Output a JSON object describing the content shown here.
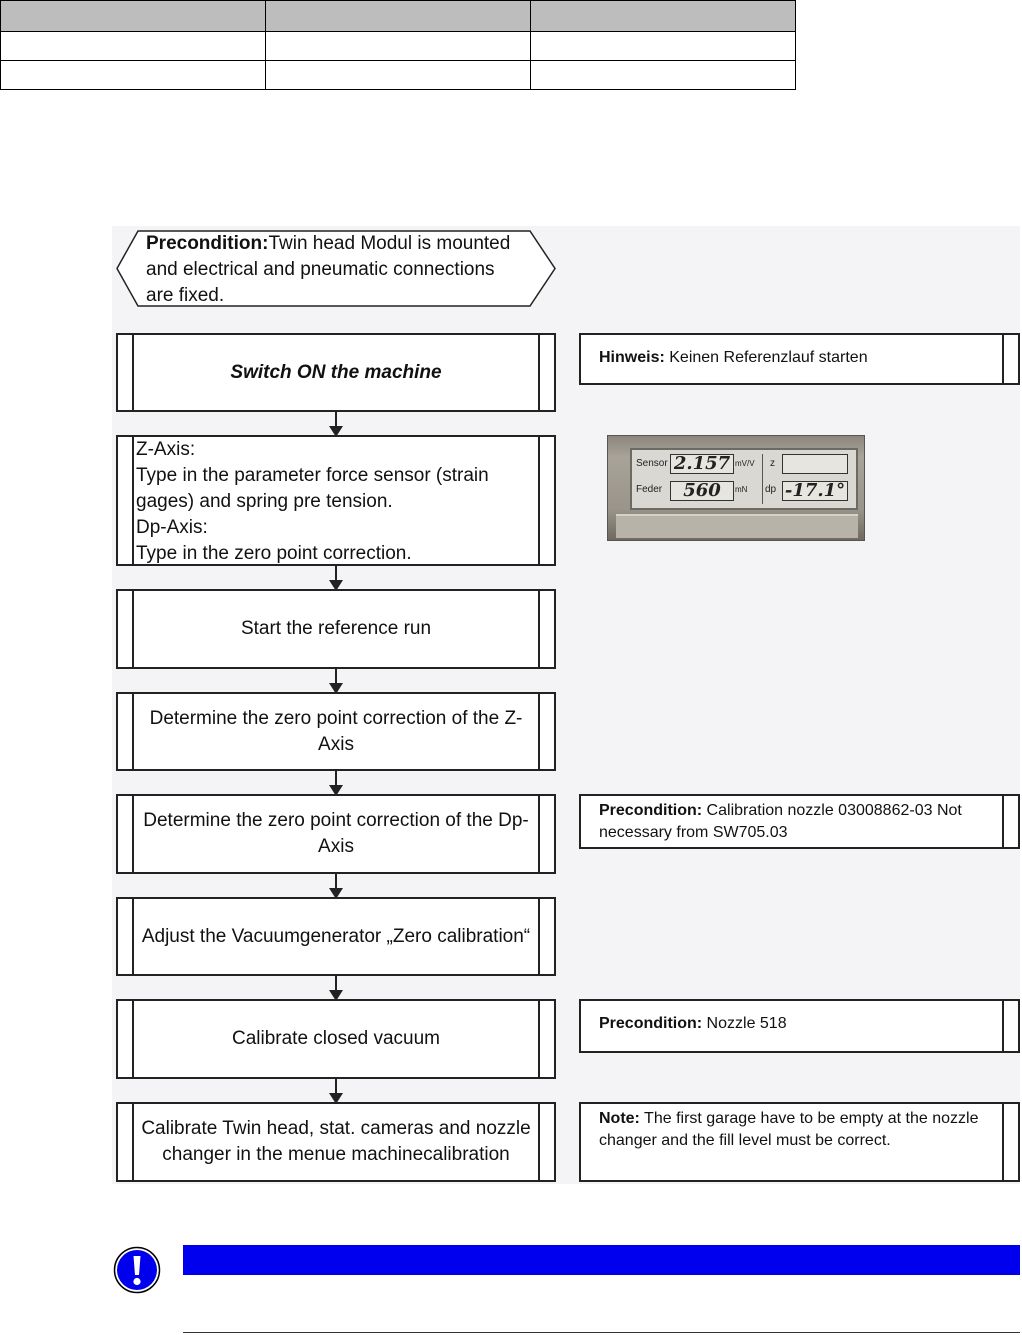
{
  "header_table": {
    "rows": [
      [
        "",
        "",
        ""
      ],
      [
        "",
        "",
        ""
      ],
      [
        "",
        "",
        ""
      ]
    ]
  },
  "flowchart": {
    "precondition": {
      "label": "Precondition:",
      "text": "Twin head Modul is mounted and electrical and pneumatic connections are fixed."
    },
    "steps": [
      "Switch ON the machine",
      "Z-Axis:\nType in the parameter force sensor (strain gages) and spring pre tension.\nDp-Axis:\nType in the zero point correction.",
      "Start the reference run",
      "Determine the zero point correction of the Z-Axis",
      "Determine the zero point correction of the Dp-Axis",
      "Adjust the Vacuumgenerator „Zero calibration“",
      "Calibrate closed vacuum",
      "Calibrate Twin head, stat. cameras and nozzle changer in the menue machinecalibration"
    ],
    "notes": [
      {
        "label": "Hinweis:",
        "text": " Keinen Referenzlauf starten"
      },
      {
        "label": "Precondition:",
        "text": " Calibration nozzle 03008862-03 Not necessary from SW705.03"
      },
      {
        "label": "Precondition:",
        "text": " Nozzle 518"
      },
      {
        "label": "Note:",
        "text": " The first garage have to be empty at the nozzle changer and the fill level must be correct."
      }
    ]
  },
  "photo_display": {
    "sensor_label": "Sensor",
    "sensor_value": "2.157",
    "sensor_unit": "mV/V",
    "feder_label": "Feder",
    "feder_value": "560",
    "feder_unit": "mN",
    "z_label": "z",
    "z_value": "",
    "dp_label": "dp",
    "dp_value": "-17.1°"
  },
  "notice": {
    "icon": "exclamation-icon",
    "bar_color": "#0000ee"
  }
}
